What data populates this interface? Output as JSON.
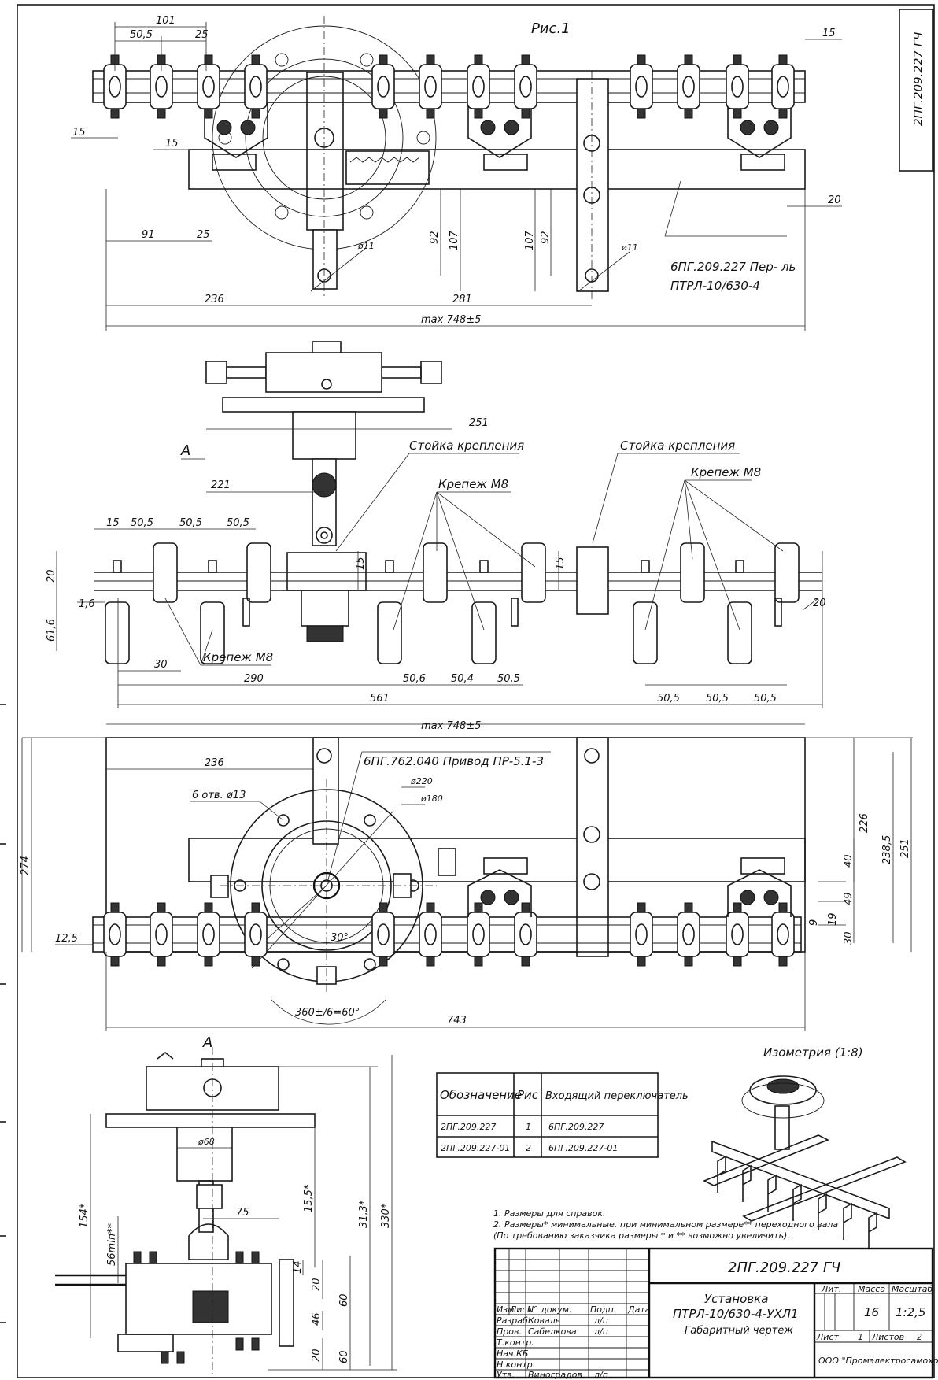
{
  "drawing": {
    "fig_label": "Рис.1",
    "doc_code_vertical": "2ПГ.209.227 ГЧ",
    "plan_top": {
      "dims": [
        "101",
        "50,5",
        "25",
        "15",
        "15",
        "15",
        "20",
        "91",
        "25",
        "92",
        "107",
        "107",
        "92",
        "ø11",
        "ø11",
        "236",
        "281",
        "max 748±5"
      ],
      "part_label_1": "6ПГ.209.227 Пер- ль",
      "part_label_2": "ПТРЛ-10/630-4"
    },
    "front_view": {
      "dims": [
        "251",
        "221",
        "15",
        "50,5",
        "50,5",
        "50,5",
        "20",
        "1,6",
        "61,6",
        "30",
        "15",
        "15",
        "20",
        "290",
        "50,6",
        "50,4",
        "50,5",
        "561",
        "50,5",
        "50,5",
        "50,5"
      ],
      "view_mark": "А",
      "callout_stand_1": "Стойка крепления",
      "callout_stand_2": "Стойка крепления",
      "callout_fast_1": "Крепеж М8",
      "callout_fast_2": "Крепеж М8",
      "callout_fast_3": "Крепеж М8"
    },
    "plan_bottom": {
      "dims": [
        "max 748±5",
        "236",
        "6 отв. ø13",
        "ø220",
        "ø180",
        "274",
        "226",
        "238,5",
        "251",
        "40",
        "49",
        "19",
        "9",
        "30",
        "12,5",
        "30°",
        "360±/6=60°",
        "743"
      ],
      "drive_label": "6ПГ.762.040 Привод ПР-5.1-3"
    },
    "side_view": {
      "view_mark": "А",
      "dims": [
        "ø68",
        "75",
        "154*",
        "56min**",
        "15,5*",
        "31,3*",
        "330*",
        "14",
        "20",
        "60",
        "46",
        "20",
        "60"
      ]
    },
    "isometry_label": "Изометрия (1:8)",
    "variants_table": {
      "headers": [
        "Обозначение",
        "Рис",
        "Входящий переключатель"
      ],
      "rows": [
        [
          "2ПГ.209.227",
          "1",
          "6ПГ.209.227"
        ],
        [
          "2ПГ.209.227-01",
          "2",
          "6ПГ.209.227-01"
        ]
      ]
    },
    "notes": [
      "1. Размеры для справок.",
      "2. Размеры* минимальные, при минимальном размере** переходного вала",
      "(По требованию заказчика размеры * и ** возможно увеличить)."
    ]
  },
  "title_block": {
    "doc_code": "2ПГ.209.227 ГЧ",
    "name_lines": [
      "Установка",
      "ПТРЛ-10/630-4-УХЛ1",
      "Габаритный чертеж"
    ],
    "col_headers": [
      "Изм",
      "Лист",
      "N° докум.",
      "Подп.",
      "Дата"
    ],
    "roles": [
      {
        "role": "Разраб.",
        "name": "Коваль",
        "sign": "л/п"
      },
      {
        "role": "Пров.",
        "name": "Сабелкова",
        "sign": "л/п"
      },
      {
        "role": "Т.контр.",
        "name": "",
        "sign": ""
      },
      {
        "role": "Нач.КБ",
        "name": "",
        "sign": ""
      },
      {
        "role": "Н.контр.",
        "name": "",
        "sign": ""
      },
      {
        "role": "Утв.",
        "name": "Виноградов",
        "sign": "л/п"
      }
    ],
    "lit_label": "Лит.",
    "mass_label": "Масса",
    "scale_label": "Масштаб",
    "mass": "16",
    "scale": "1:2,5",
    "sheet_label": "Лист",
    "sheet": "1",
    "sheets_label": "Листов",
    "sheets": "2",
    "company": "ООО \"Промэлектросамоходник\""
  }
}
